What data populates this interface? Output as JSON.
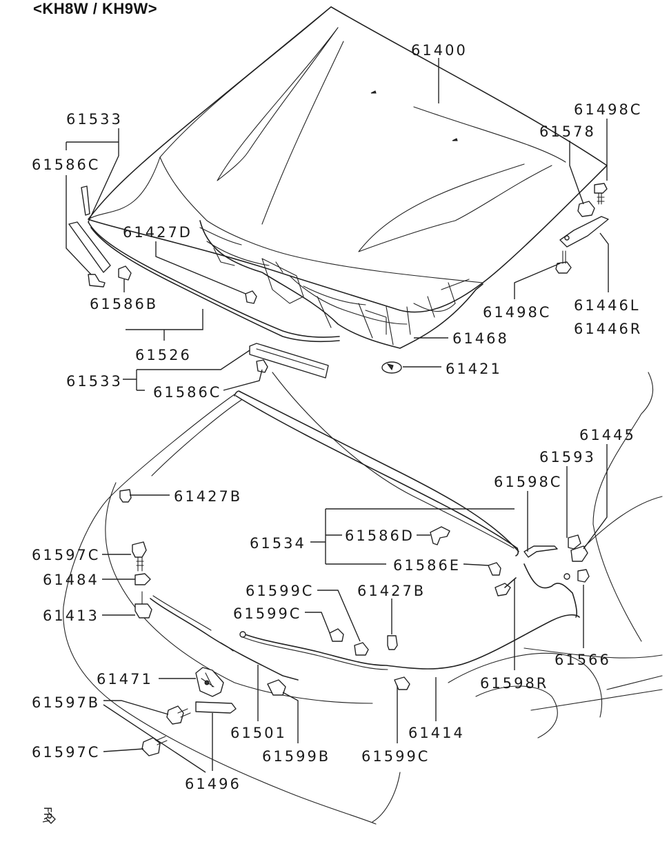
{
  "title": "<KH8W / KH9W>",
  "orientation_mark": "FR",
  "labels": {
    "p61400": "61400",
    "p61533_top": "61533",
    "p61586C_top": "61586C",
    "p61498C_top": "61498C",
    "p61578": "61578",
    "p61427D": "61427D",
    "p61586B": "61586B",
    "p61526": "61526",
    "p61498C_mid": "61498C",
    "p61446L": "61446L",
    "p61446R": "61446R",
    "p61468": "61468",
    "p61421": "61421",
    "p61533_mid": "61533",
    "p61586C_mid": "61586C",
    "p61445": "61445",
    "p61593": "61593",
    "p61598C": "61598C",
    "p61427B_left": "61427B",
    "p61586D": "61586D",
    "p61534": "61534",
    "p61586E": "61586E",
    "p61597C_top": "61597C",
    "p61484": "61484",
    "p61599C_a": "61599C",
    "p61427B_mid": "61427B",
    "p61413": "61413",
    "p61599C_b": "61599C",
    "p61566": "61566",
    "p61598R": "61598R",
    "p61471": "61471",
    "p61597B": "61597B",
    "p61501": "61501",
    "p61414": "61414",
    "p61597C_bot": "61597C",
    "p61599B": "61599B",
    "p61599C_bot": "61599C",
    "p61496": "61496"
  }
}
